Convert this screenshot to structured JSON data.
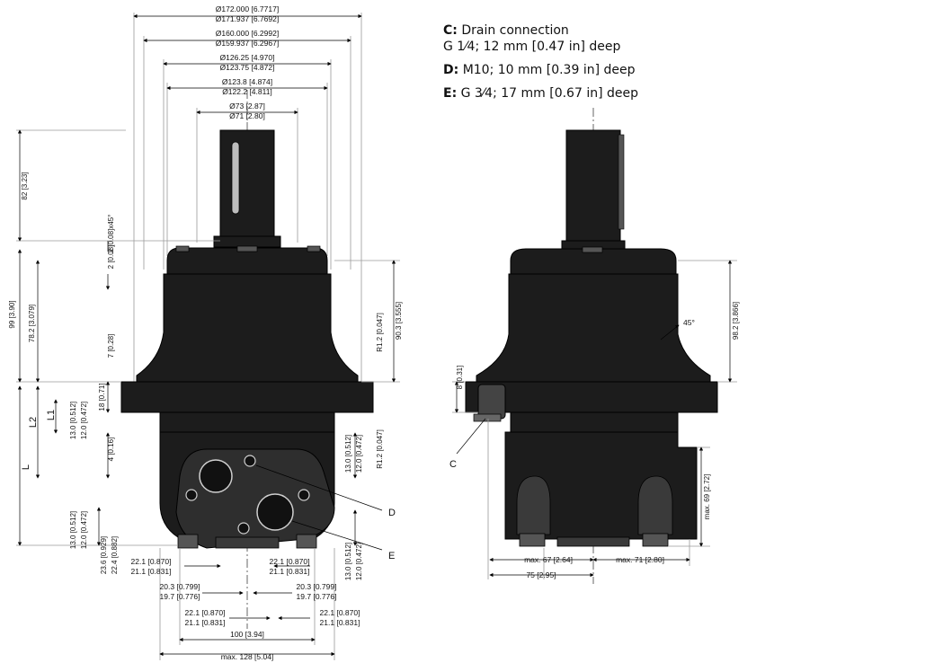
{
  "legend": {
    "c_key": "C:",
    "c_text": "Drain connection",
    "c_spec": "G 1⁄4; 12 mm [0.47 in] deep",
    "d_key": "D:",
    "d_text": "M10; 10 mm [0.39 in] deep",
    "e_key": "E:",
    "e_text": "G 3⁄4; 17 mm [0.67 in] deep"
  },
  "top_dims": {
    "d172": "Ø172.000 [6.7717]",
    "d171": "Ø171.937 [6.7692]",
    "d160": "Ø160.000 [6.2992]",
    "d159": "Ø159.937 [6.2967]",
    "d126": "Ø126.25 [4.970]",
    "d123_75": "Ø123.75 [4.872]",
    "d123_8": "Ø123.8 [4.874]",
    "d122": "Ø122.2 [4.811]",
    "d73": "Ø73 [2.87]",
    "d71": "Ø71 [2.80]"
  },
  "left_dims": {
    "h82": "82 [3.23]",
    "chamfer": "2 [0.08]x45°",
    "h2": "2 [0.08]",
    "h99": "99 [3.90]",
    "h78": "78.2 [3.079]",
    "h7": "7 [0.28]",
    "h18": "18 [0.71]",
    "h13a": "13.0 [0.512]",
    "h12a": "12.0 [0.472]",
    "h4": "4 [0.16]",
    "h13b": "13.0 [0.512]",
    "h12b": "12.0 [0.472]",
    "h23": "23.6 [0.929]",
    "h22": "22.4 [0.882]",
    "L": "L",
    "L1": "L1",
    "L2": "L2"
  },
  "right_dims": {
    "r12a": "R1.2 [0.047]",
    "h90": "90.3 [3.555]",
    "h13c": "13.0 [0.512]",
    "h12c": "12.0 [0.472]",
    "r12b": "R1.2 [0.047]",
    "h13d": "13.0 [0.512]",
    "h12d": "12.0 [0.472]"
  },
  "bottom_dims": {
    "a221": "22.1 [0.870]",
    "a211": "21.1 [0.831]",
    "b221": "22.1 [0.870]",
    "b211": "21.1 [0.831]",
    "c203": "20.3 [0.799]",
    "c197": "19.7 [0.776]",
    "d203": "20.3 [0.799]",
    "d197": "19.7 [0.776]",
    "e221": "22.1 [0.870]",
    "e211": "21.1 [0.831]",
    "f221": "22.1 [0.870]",
    "f211": "21.1 [0.831]",
    "w100": "100 [3.94]",
    "w128": "max. 128 [5.04]"
  },
  "side_view": {
    "h982": "98.2 [3.866]",
    "angle": "45°",
    "h8": "8 [0.31]",
    "h69": "max. 69 [2.72]",
    "w67": "max. 67 [2.64]",
    "w71": "max. 71 [2.80]",
    "w75": "75 [2.95]"
  },
  "callouts": {
    "c": "C",
    "d": "D",
    "e": "E"
  }
}
